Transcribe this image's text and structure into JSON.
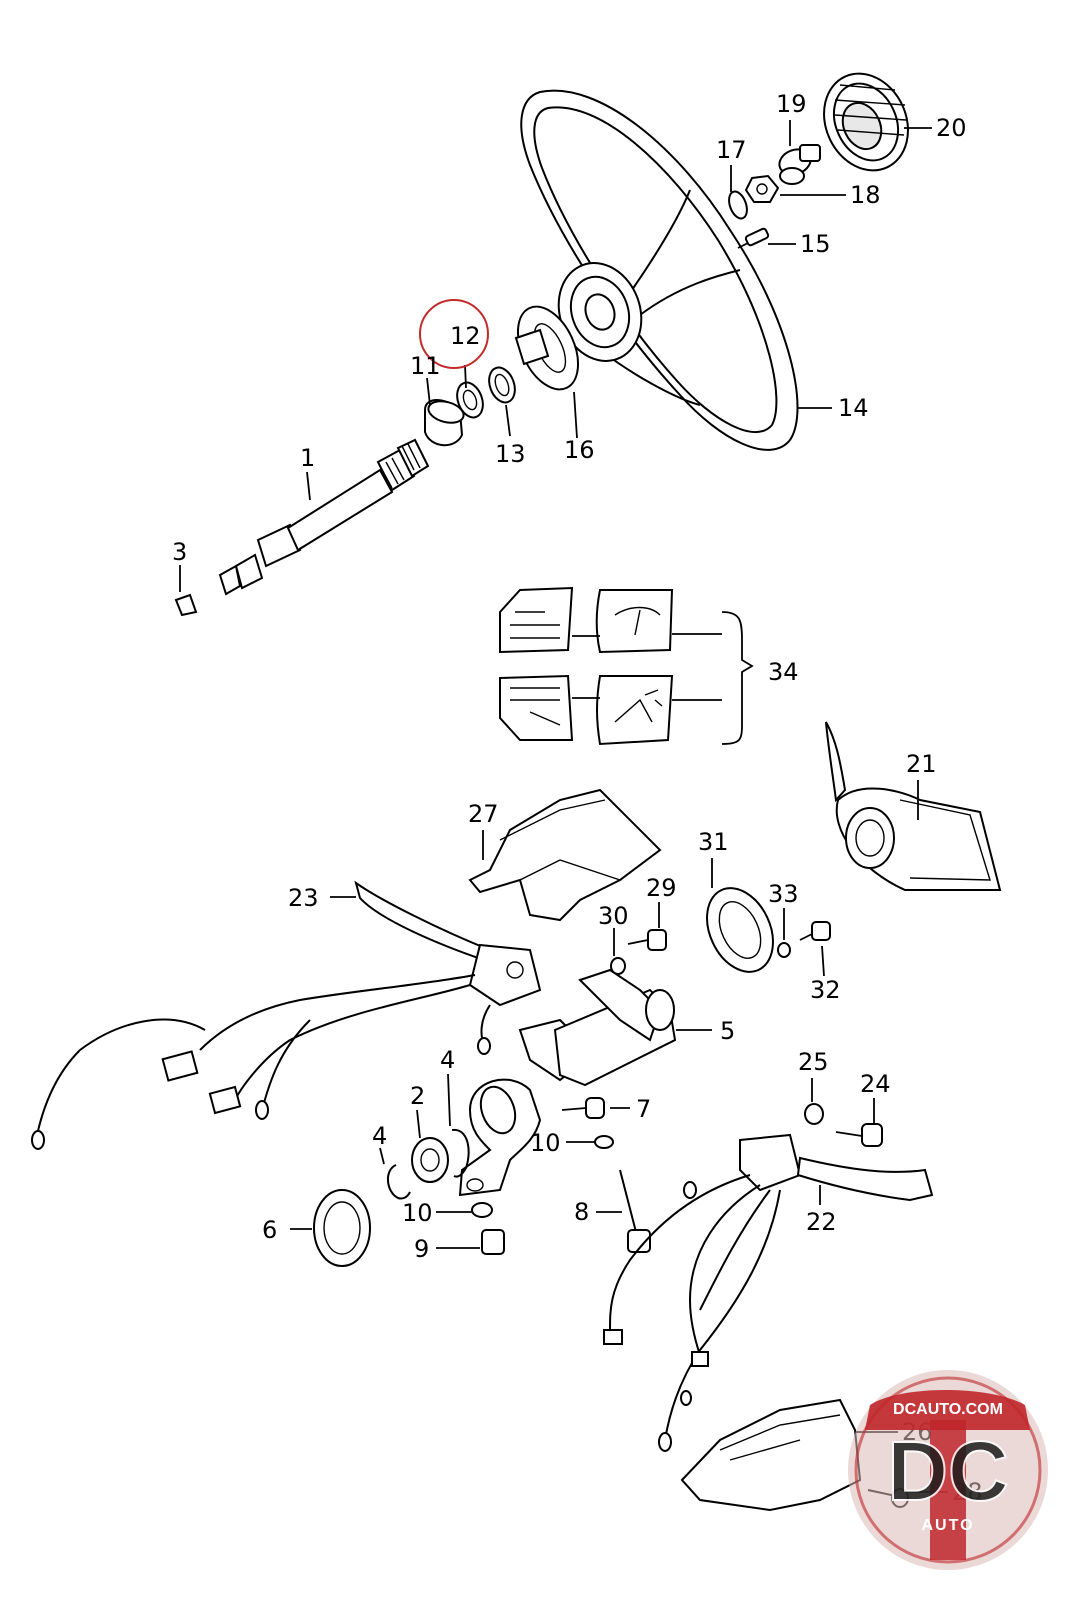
{
  "diagram": {
    "labels": {
      "p1": "1",
      "p2": "2",
      "p3": "3",
      "p4a": "4",
      "p4b": "4",
      "p5": "5",
      "p6": "6",
      "p7": "7",
      "p8": "8",
      "p9": "9",
      "p10a": "10",
      "p10b": "10",
      "p11": "11",
      "p12": "12",
      "p13": "13",
      "p14": "14",
      "p15": "15",
      "p16": "16",
      "p17": "17",
      "p18": "18",
      "p19": "19",
      "p20": "20",
      "p21": "21",
      "p22": "22",
      "p23": "23",
      "p24": "24",
      "p25": "25",
      "p26": "26",
      "p27": "27",
      "p28": "28",
      "p29": "29",
      "p30": "30",
      "p31": "31",
      "p32": "32",
      "p33": "33",
      "p34": "34"
    },
    "highlighted_part": "12",
    "highlight_color": "#c42a2a"
  },
  "watermark": {
    "domain_text": "DCAUTO.COM",
    "mark_text": "DC",
    "sub_text": "AUTO",
    "colors": {
      "primary": "#c0262b",
      "dark": "#1c1c1c",
      "light": "#ffffff"
    }
  }
}
